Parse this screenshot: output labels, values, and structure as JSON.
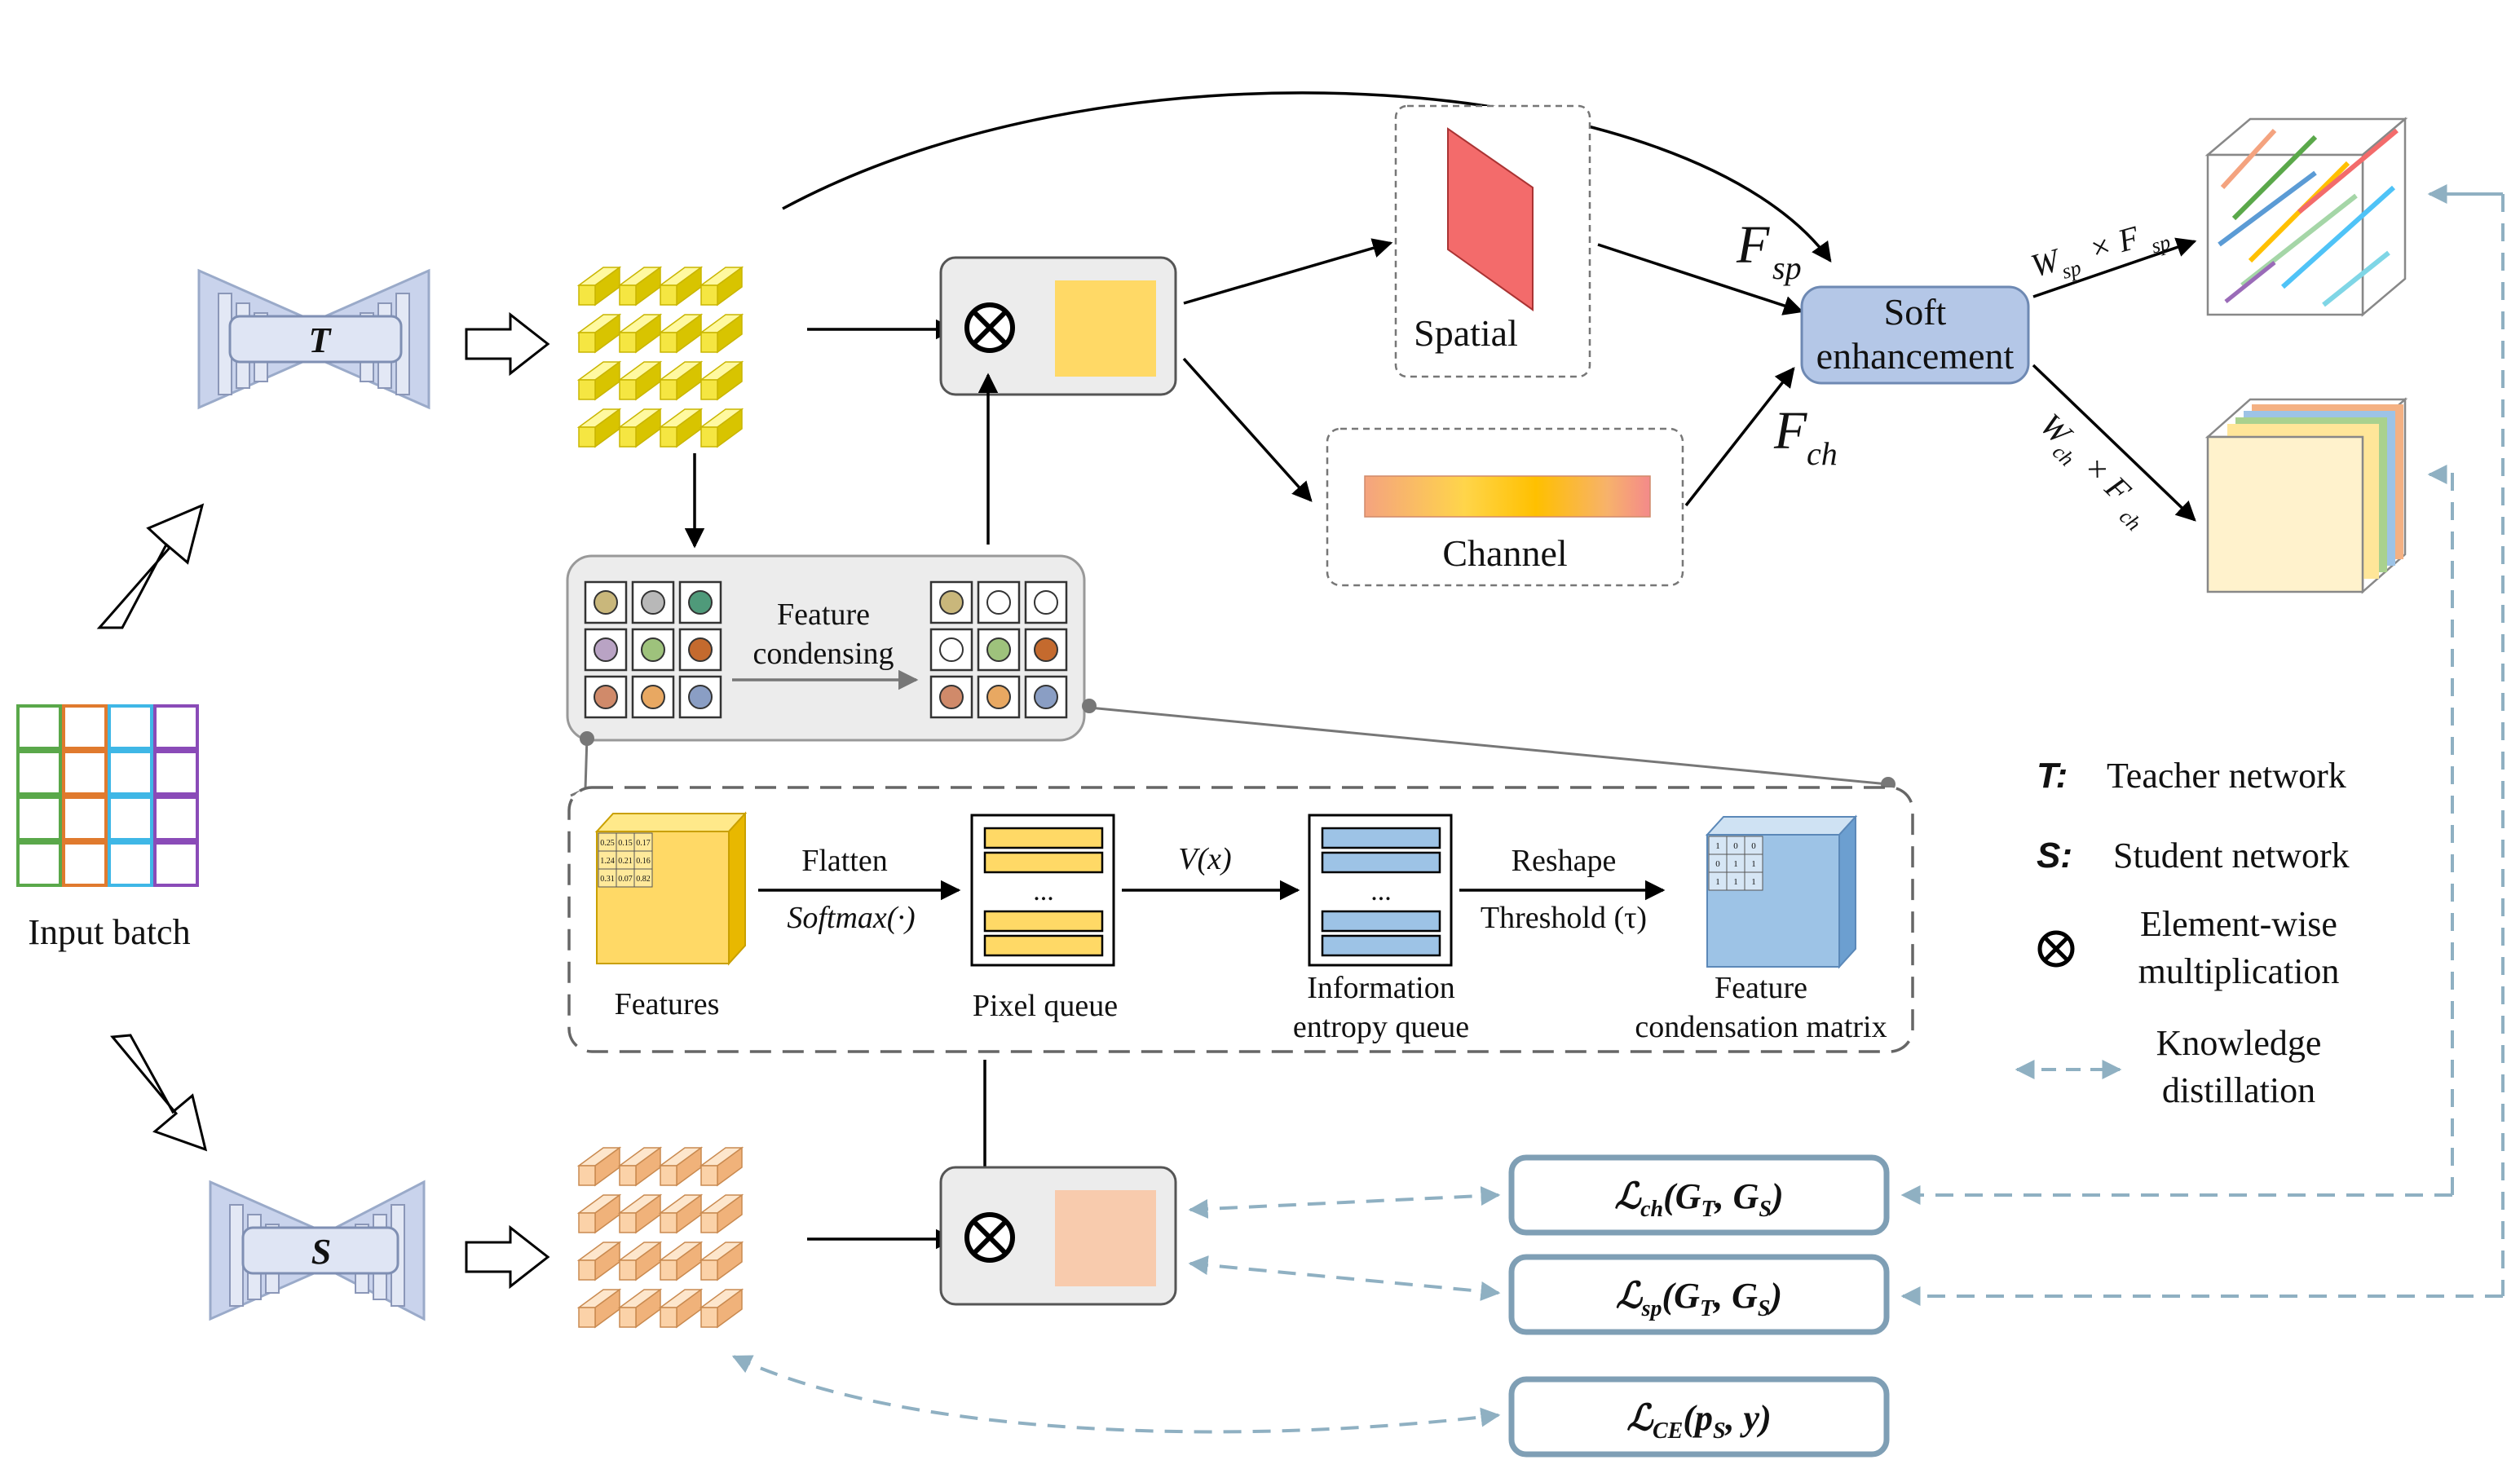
{
  "labels": {
    "input_batch": "Input batch",
    "teacher_letter": "T",
    "student_letter": "S",
    "spatial": "Spatial",
    "channel": "Channel",
    "soft_line1": "Soft",
    "soft_line2": "enhancement",
    "f_sp_main": "F",
    "f_sp_sub": "sp",
    "f_ch_main": "F",
    "f_ch_sub": "ch",
    "w_sp_label": "W",
    "w_sp_sub": "sp",
    "w_sp_times": "× F",
    "w_sp_sub2": "sp",
    "w_ch_label": "W",
    "w_ch_sub": "ch",
    "w_ch_times": "× F",
    "w_ch_sub2": "ch",
    "feature_condensing_1": "Feature",
    "feature_condensing_2": "condensing",
    "flatten": "Flatten",
    "softmax": "Softmax(·)",
    "vx": "V(x)",
    "reshape": "Reshape",
    "threshold": "Threshold (τ)",
    "features": "Features",
    "pixel_queue": "Pixel queue",
    "info_entropy_1": "Information",
    "info_entropy_2": "entropy queue",
    "fcm_1": "Feature",
    "fcm_2": "condensation matrix",
    "ellipsis": "...",
    "feature_values": [
      "0.25",
      "0.15",
      "0.17",
      "1.24",
      "0.21",
      "0.16",
      "0.31",
      "0.07",
      "0.82"
    ],
    "matrix_values": [
      "1",
      "0",
      "0",
      "0",
      "1",
      "1",
      "1",
      "1",
      "1"
    ]
  },
  "losses": {
    "ch": {
      "script": "ℒ",
      "sub": "ch",
      "args": "(G",
      "t": "T",
      "comma": ", G",
      "s": "S",
      "close": ")"
    },
    "sp": {
      "script": "ℒ",
      "sub": "sp",
      "args": "(G",
      "t": "T",
      "comma": ", G",
      "s": "S",
      "close": ")"
    },
    "ce": {
      "script": "ℒ",
      "sub": "CE",
      "args": "(p",
      "s": "S",
      "close": ", y)"
    }
  },
  "legend": {
    "t_key": "T:",
    "t_text": "Teacher network",
    "s_key": "S:",
    "s_text": "Student network",
    "mult_text_1": "Element-wise",
    "mult_text_2": "multiplication",
    "kd_text_1": "Knowledge",
    "kd_text_2": "distillation"
  },
  "colors": {
    "teacher_cube": "#f5e642",
    "student_cube": "#fbd2a8",
    "teacher_square": "#ffd966",
    "student_square": "#f8cbad",
    "spatial_fill": "#f36b6b",
    "soft_box": "#b4c7e7",
    "loss_border": "#7f9fb5",
    "kd_arrow": "#8fb0c2",
    "network_fill": "#c9d3ec"
  }
}
